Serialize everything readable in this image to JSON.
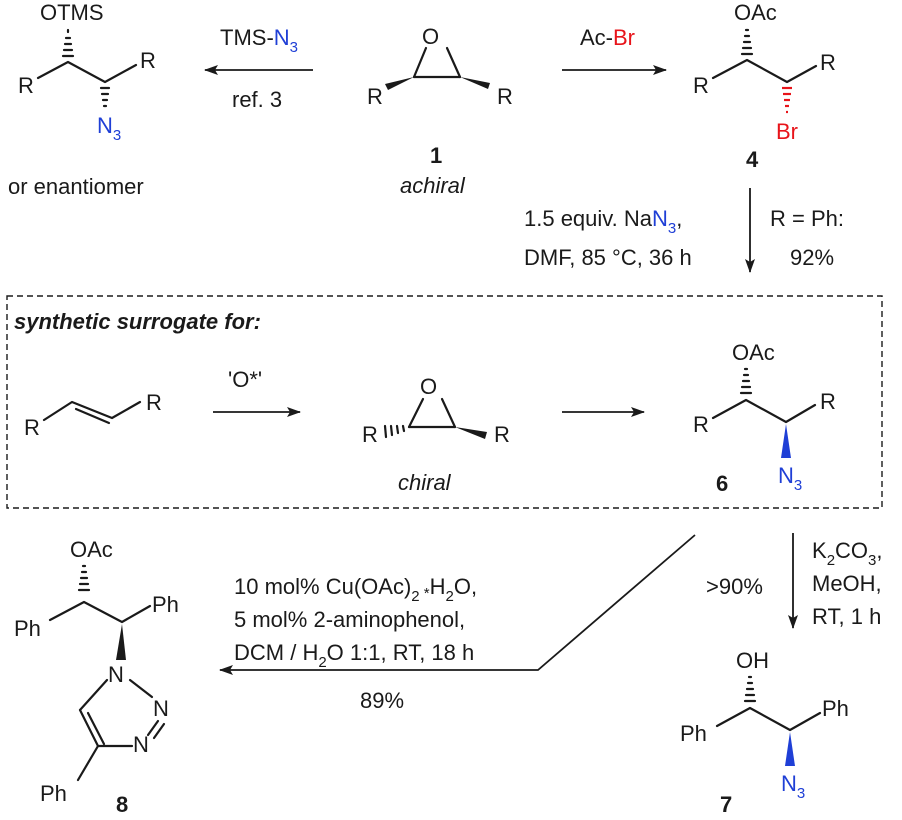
{
  "top_left": {
    "otms": "OTMS",
    "r_left": "R",
    "r_right": "R",
    "azide_n": "N",
    "azide_sub": "3",
    "caption": "or enantiomer"
  },
  "arrow_left": {
    "reagent_prefix": "TMS-",
    "reagent_n": "N",
    "reagent_sub": "3",
    "ref": "ref. 3"
  },
  "compound_1": {
    "o": "O",
    "r_left": "R",
    "r_right": "R",
    "number": "1",
    "caption": "achiral"
  },
  "arrow_right": {
    "reagent_prefix": "Ac-",
    "reagent_br": "Br"
  },
  "compound_4": {
    "oac": "OAc",
    "r_left": "R",
    "r_right": "R",
    "br": "Br",
    "number": "4"
  },
  "step_4_to_6": {
    "line1_prefix": "1.5 equiv. Na",
    "line1_n": "N",
    "line1_sub": "3",
    "line1_suffix": ",",
    "line2": "DMF, 85 °C, 36 h",
    "side_line1": "R = Ph:",
    "side_line2": "92%"
  },
  "surrogate_box": {
    "heading": "synthetic surrogate for:",
    "alkene_r_left": "R",
    "alkene_r_right": "R",
    "oxidant": "'O*'",
    "epoxide_o": "O",
    "epoxide_r_left": "R",
    "epoxide_r_right": "R",
    "epoxide_caption": "chiral"
  },
  "compound_6": {
    "oac": "OAc",
    "r_left": "R",
    "r_right": "R",
    "azide_n": "N",
    "azide_sub": "3",
    "number": "6"
  },
  "step_6_to_7": {
    "yield": ">90%",
    "line1_prefix": "K",
    "line1_sub1": "2",
    "line1_mid": "CO",
    "line1_sub2": "3",
    "line1_suffix": ",",
    "line2": "MeOH,",
    "line3": "RT, 1 h"
  },
  "compound_7": {
    "oh": "OH",
    "ph_left": "Ph",
    "ph_right": "Ph",
    "azide_n": "N",
    "azide_sub": "3",
    "number": "7"
  },
  "step_to_8": {
    "line1_prefix": "10 mol% Cu(OAc)",
    "line1_sub": "2",
    "line1_dot": " *",
    "line1_suffix_a": "H",
    "line1_sub2": "2",
    "line1_suffix_b": "O,",
    "line2": "5 mol% 2-aminophenol,",
    "line3_prefix": "DCM / H",
    "line3_sub": "2",
    "line3_suffix": "O 1:1, RT, 18 h",
    "yield": "89%"
  },
  "compound_8": {
    "oac": "OAc",
    "ph_left": "Ph",
    "ph_right": "Ph",
    "n1": "N",
    "n2": "N",
    "n3": "N",
    "ph_bottom": "Ph",
    "number": "8"
  },
  "colors": {
    "azide": "#1f3fd6",
    "bromine": "#e8141a",
    "ink": "#1a1a1a"
  }
}
